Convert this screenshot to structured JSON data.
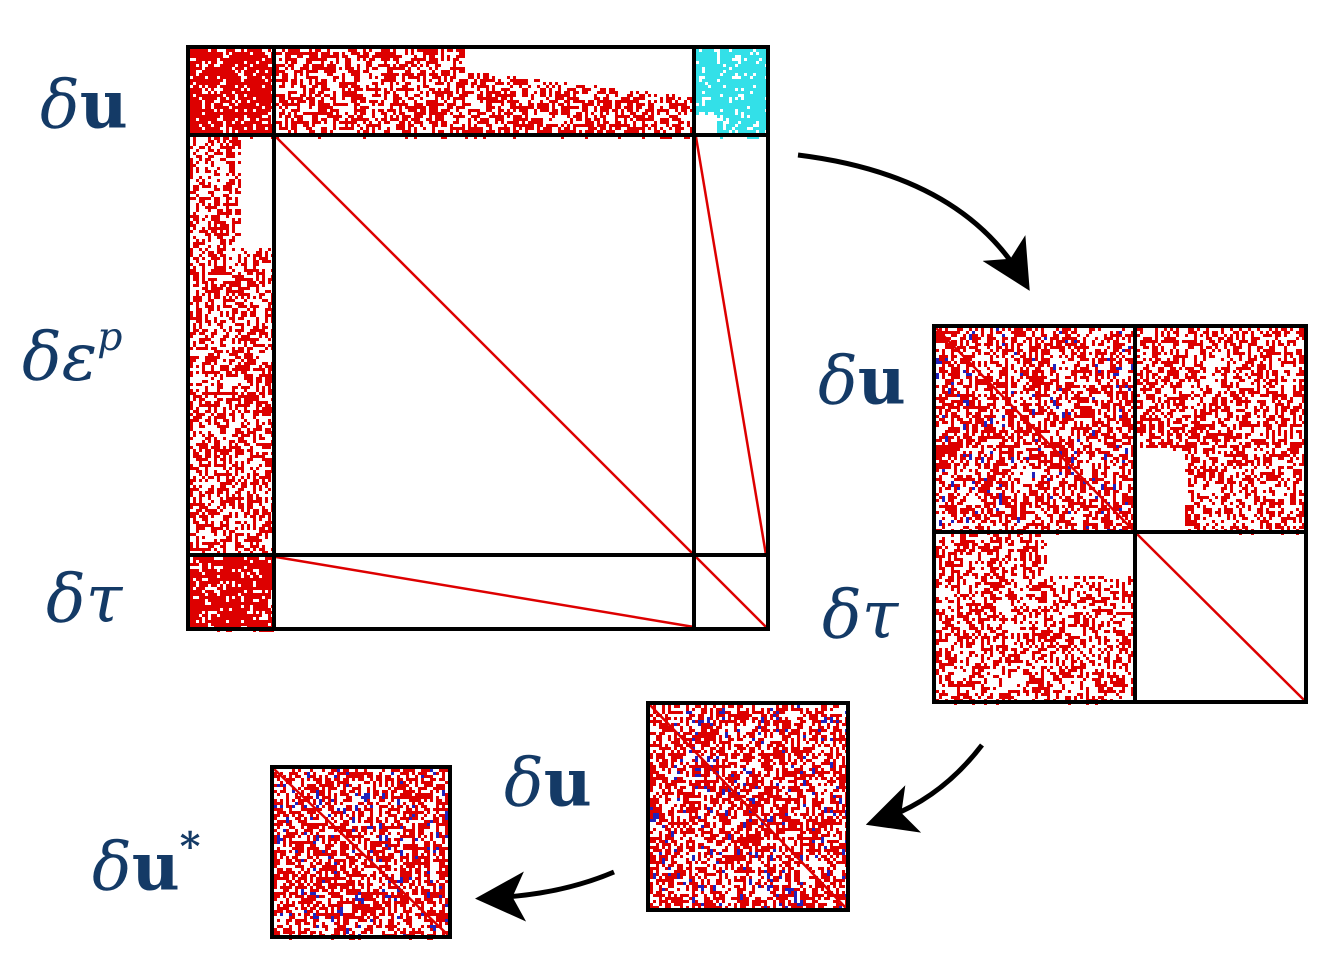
{
  "colors": {
    "label": "#143a66",
    "sparsity": "#dd0000",
    "highlight": "#33e0e8",
    "minor": "#2222bb",
    "frame": "#000000",
    "arrow": "#000000"
  },
  "matrix_full": {
    "row_labels": [
      {
        "symbol": "δ",
        "bold": "u",
        "sup": ""
      },
      {
        "symbol": "δε",
        "bold": "",
        "sup": "p"
      },
      {
        "symbol": "δτ",
        "bold": "",
        "sup": ""
      }
    ]
  },
  "matrix_reduced": {
    "row_labels": [
      {
        "symbol": "δ",
        "bold": "u",
        "sup": ""
      },
      {
        "symbol": "δτ",
        "bold": "",
        "sup": ""
      }
    ]
  },
  "matrix_u": {
    "row_labels": [
      {
        "symbol": "δ",
        "bold": "u",
        "sup": ""
      }
    ]
  },
  "matrix_u_star": {
    "row_labels": [
      {
        "symbol": "δ",
        "bold": "u",
        "sup": "*"
      }
    ]
  },
  "arrows": [
    {
      "from": "matrix_full",
      "to": "matrix_reduced"
    },
    {
      "from": "matrix_reduced",
      "to": "matrix_u"
    },
    {
      "from": "matrix_u",
      "to": "matrix_u_star"
    }
  ]
}
